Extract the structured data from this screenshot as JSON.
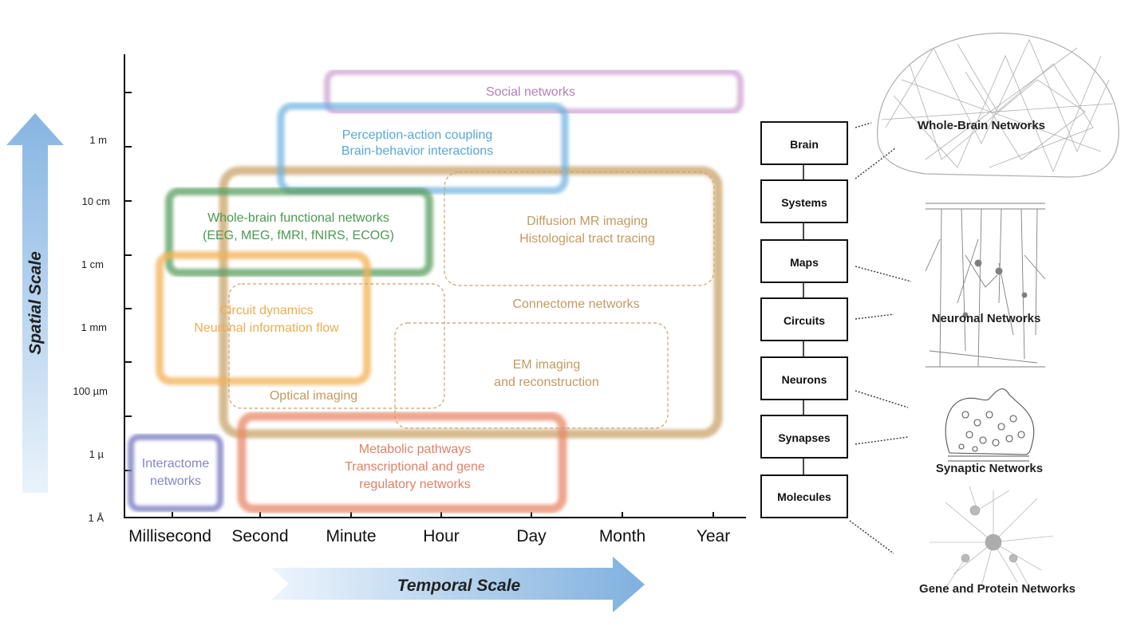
{
  "axes": {
    "spatial_title": "Spatial Scale",
    "temporal_title": "Temporal Scale",
    "y_ticks": [
      "1 m",
      "10 cm",
      "1 cm",
      "1 mm",
      "100 µm",
      "1 µ",
      "1 Å"
    ],
    "x_ticks": [
      "Millisecond",
      "Second",
      "Minute",
      "Hour",
      "Day",
      "Month",
      "Year"
    ]
  },
  "boxes": {
    "social": {
      "line1": "Social networks",
      "color": "#c58ac8"
    },
    "perception": {
      "line1": "Perception-action coupling",
      "line2": "Brain-behavior interactions",
      "color": "#6ab0e0"
    },
    "connectome": {
      "line1": "Connectome networks",
      "color": "#c9a36a"
    },
    "whole_brain_func": {
      "line1": "Whole-brain functional networks",
      "line2": "(EEG, MEG, fMRI, fNIRS, ECOG)",
      "color": "#5a9e5e"
    },
    "diffusion": {
      "line1": "Diffusion MR imaging",
      "line2": "Histological tract tracing",
      "color": "#c9a36a"
    },
    "circuit": {
      "line1": "Circuit dynamics",
      "line2": "Neuronal information flow",
      "color": "#f2b256"
    },
    "optical": {
      "line1": "Optical imaging",
      "color": "#c9a36a"
    },
    "em": {
      "line1": "EM imaging",
      "line2": "and reconstruction",
      "color": "#c9a36a"
    },
    "metabolic": {
      "line1": "Metabolic pathways",
      "line2": "Transcriptional and gene",
      "line3": "regulatory networks",
      "color": "#e8886a"
    },
    "interactome": {
      "line1": "Interactome",
      "line2": "networks",
      "color": "#7f7fc4"
    }
  },
  "levels": [
    "Brain",
    "Systems",
    "Maps",
    "Circuits",
    "Neurons",
    "Synapses",
    "Molecules"
  ],
  "networks": {
    "whole_brain": "Whole-Brain Networks",
    "neuronal": "Neuronal Networks",
    "synaptic": "Synaptic Networks",
    "gene_protein": "Gene and Protein Networks"
  },
  "colors": {
    "arrow": "#9cc3e6",
    "axis": "#111111"
  }
}
